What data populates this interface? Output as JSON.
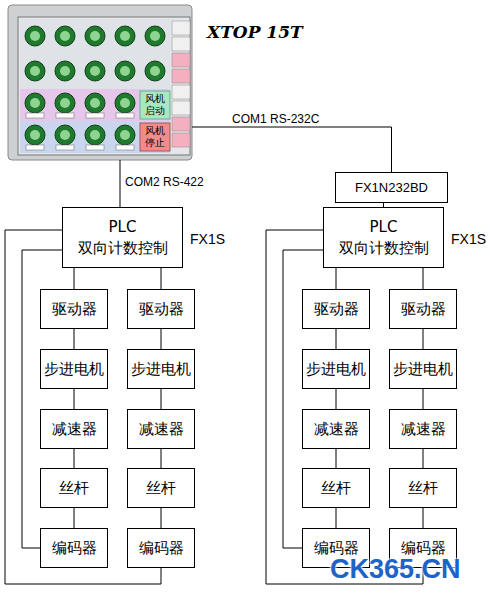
{
  "diagram": {
    "nodes": [
      {
        "text": [
          "XTOP 15T"
        ]
      },
      {
        "text": [
          "FX1N232BD"
        ]
      },
      {
        "text": [
          "PLC 双向计数控制",
          "FX1S"
        ]
      },
      {
        "text": [
          "PLC 双向计数控制",
          "FX1S"
        ]
      },
      {
        "text": [
          "驱动器"
        ]
      },
      {
        "text": [
          "驱动器"
        ]
      },
      {
        "text": [
          "步进电机"
        ]
      },
      {
        "text": [
          "步进电机"
        ]
      },
      {
        "text": [
          "减速器"
        ]
      },
      {
        "text": [
          "减速器"
        ]
      },
      {
        "text": [
          "丝杆"
        ]
      },
      {
        "text": [
          "丝杆"
        ]
      },
      {
        "text": [
          "编码器"
        ]
      },
      {
        "text": [
          "编码器"
        ]
      },
      {
        "text": [
          "驱动器"
        ]
      },
      {
        "text": [
          "驱动器"
        ]
      },
      {
        "text": [
          "步进电机"
        ]
      },
      {
        "text": [
          "步进电机"
        ]
      },
      {
        "text": [
          "减速器"
        ]
      },
      {
        "text": [
          "减速器"
        ]
      },
      {
        "text": [
          "丝杆"
        ]
      },
      {
        "text": [
          "丝杆"
        ]
      },
      {
        "text": [
          "编码器"
        ]
      },
      {
        "text": [
          "编码器"
        ]
      }
    ],
    "edges": [
      {
        "from": 0,
        "to": 1,
        "label": "COM1 RS-232C",
        "arrow": "none"
      },
      {
        "from": 0,
        "to": 2,
        "label": "COM2 RS-422",
        "arrow": "none"
      },
      {
        "from": 1,
        "to": 3,
        "arrow": "none"
      },
      {
        "from": 2,
        "to": 4,
        "arrow": "none"
      },
      {
        "from": 2,
        "to": 5,
        "arrow": "none"
      },
      {
        "from": 4,
        "to": 6,
        "arrow": "none"
      },
      {
        "from": 5,
        "to": 7,
        "arrow": "none"
      },
      {
        "from": 6,
        "to": 8,
        "arrow": "none"
      },
      {
        "from": 7,
        "to": 9,
        "arrow": "none"
      },
      {
        "from": 8,
        "to": 10,
        "arrow": "none"
      },
      {
        "from": 9,
        "to": 11,
        "arrow": "none"
      },
      {
        "from": 10,
        "to": 12,
        "arrow": "none"
      },
      {
        "from": 11,
        "to": 13,
        "arrow": "none"
      },
      {
        "from": 12,
        "to": 2,
        "arrow": "none"
      },
      {
        "from": 13,
        "to": 2,
        "arrow": "none"
      },
      {
        "from": 3,
        "to": 14,
        "arrow": "none"
      },
      {
        "from": 3,
        "to": 15,
        "arrow": "none"
      },
      {
        "from": 14,
        "to": 16,
        "arrow": "none"
      },
      {
        "from": 15,
        "to": 17,
        "arrow": "none"
      },
      {
        "from": 16,
        "to": 18,
        "arrow": "none"
      },
      {
        "from": 17,
        "to": 19,
        "arrow": "none"
      },
      {
        "from": 18,
        "to": 20,
        "arrow": "none"
      },
      {
        "from": 19,
        "to": 21,
        "arrow": "none"
      },
      {
        "from": 20,
        "to": 22,
        "arrow": "none"
      },
      {
        "from": 21,
        "to": 23,
        "arrow": "none"
      },
      {
        "from": 22,
        "to": 3,
        "arrow": "none"
      },
      {
        "from": 23,
        "to": 3,
        "arrow": "none"
      }
    ],
    "labels": [
      "风机启动",
      "风机停止",
      "CK365.CN"
    ]
  }
}
